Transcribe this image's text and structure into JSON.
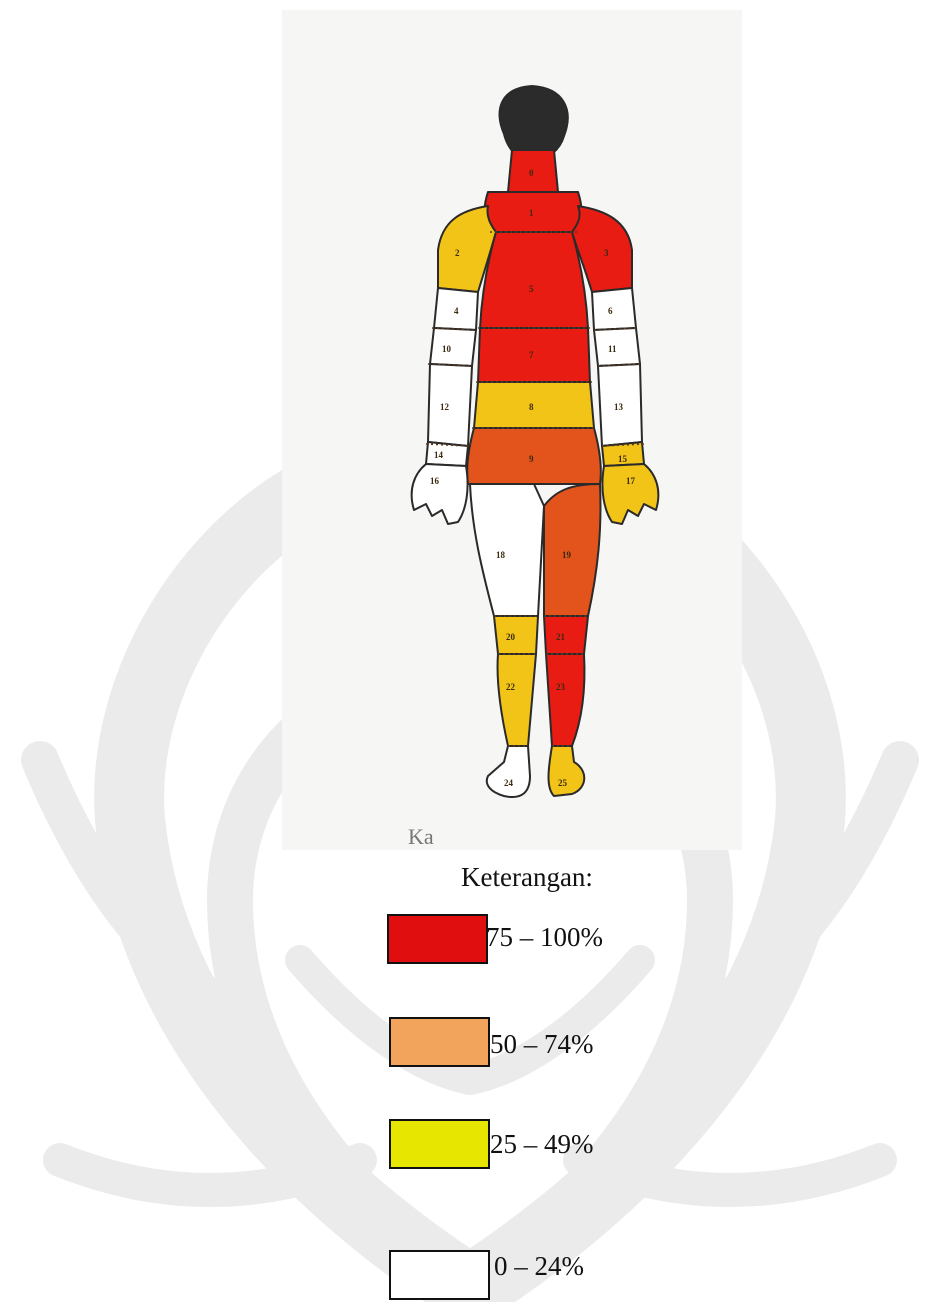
{
  "legend": {
    "title": "Keterangan:",
    "items": [
      {
        "label": "75 – 100%",
        "color": "#e00e0e",
        "name": "legend-75-100"
      },
      {
        "label": "50 – 74%",
        "color": "#f2a35c",
        "name": "legend-50-74"
      },
      {
        "label": "25 – 49%",
        "color": "#e6e600",
        "name": "legend-25-49"
      },
      {
        "label": "0 – 24%",
        "color": "#ffffff",
        "name": "legend-0-24"
      }
    ]
  },
  "colors": {
    "high": "#e81c12",
    "mid": "#e2541c",
    "low": "#f2c418",
    "none": "#ffffff",
    "outline": "#2a2a2a",
    "hair": "#2b2b2b",
    "watermark": "#dcdcdc"
  },
  "regions": [
    {
      "id": "0",
      "level": "high"
    },
    {
      "id": "1",
      "level": "high"
    },
    {
      "id": "2",
      "level": "low"
    },
    {
      "id": "3",
      "level": "high"
    },
    {
      "id": "4",
      "level": "none"
    },
    {
      "id": "5",
      "level": "high"
    },
    {
      "id": "6",
      "level": "none"
    },
    {
      "id": "7",
      "level": "high"
    },
    {
      "id": "8",
      "level": "low"
    },
    {
      "id": "9",
      "level": "mid"
    },
    {
      "id": "10",
      "level": "none"
    },
    {
      "id": "11",
      "level": "none"
    },
    {
      "id": "12",
      "level": "none"
    },
    {
      "id": "13",
      "level": "none"
    },
    {
      "id": "14",
      "level": "none"
    },
    {
      "id": "15",
      "level": "low"
    },
    {
      "id": "16",
      "level": "none"
    },
    {
      "id": "17",
      "level": "low"
    },
    {
      "id": "18",
      "level": "none"
    },
    {
      "id": "19",
      "level": "mid"
    },
    {
      "id": "20",
      "level": "low"
    },
    {
      "id": "21",
      "level": "high"
    },
    {
      "id": "22",
      "level": "low"
    },
    {
      "id": "23",
      "level": "high"
    },
    {
      "id": "24",
      "level": "none"
    },
    {
      "id": "25",
      "level": "low"
    }
  ]
}
